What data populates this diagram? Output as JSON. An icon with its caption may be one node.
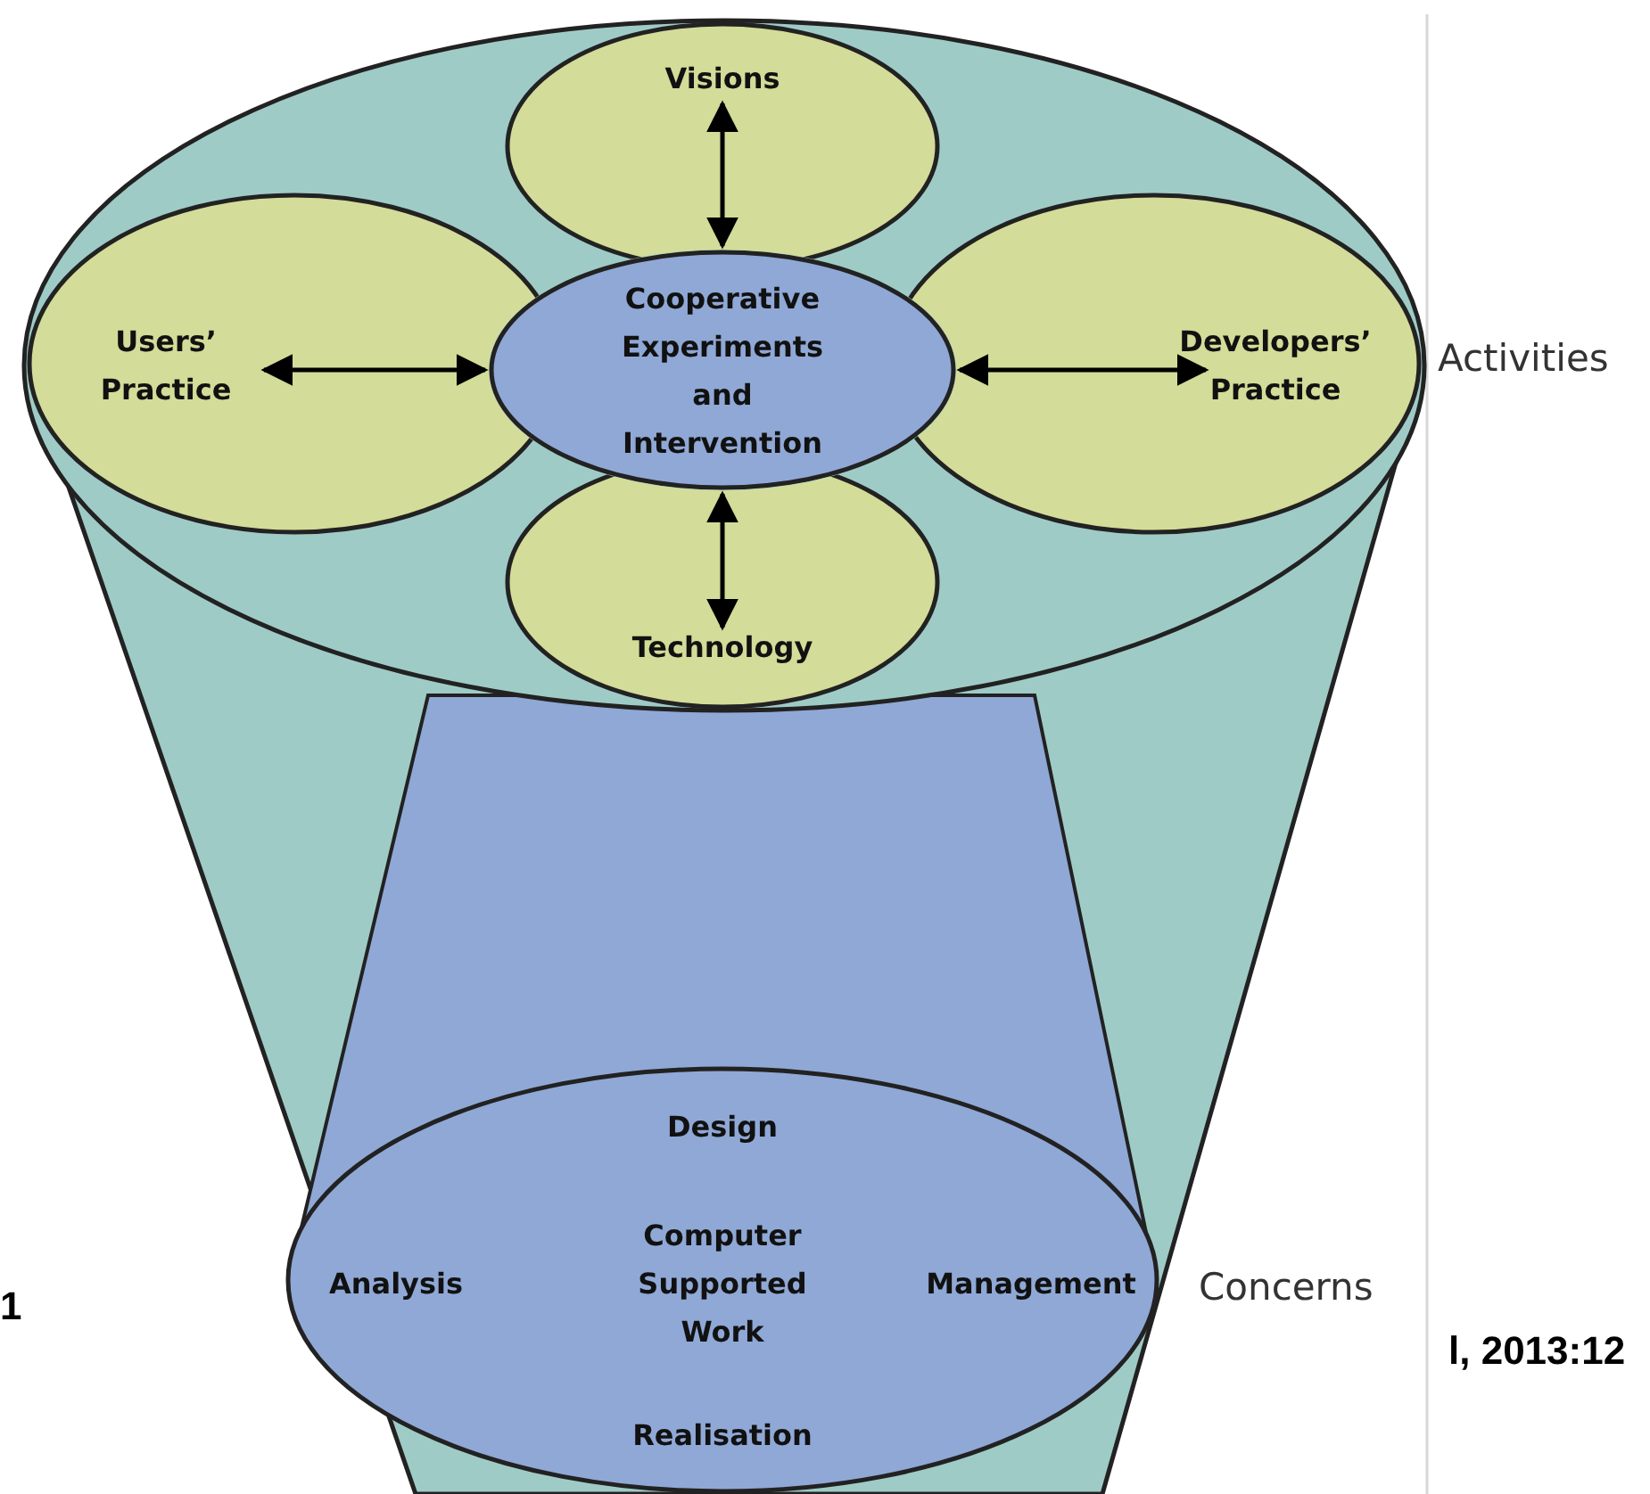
{
  "diagram": {
    "nodes": [
      {
        "text": [],
        "shape": "ellipse",
        "beside": [
          "Activities"
        ]
      },
      {
        "text": [
          "Visions"
        ],
        "in": 0
      },
      {
        "text": [
          "Users’ Practice"
        ],
        "in": 0
      },
      {
        "text": [
          "Cooperative Experiments and Intervention"
        ],
        "in": 0
      },
      {
        "text": [
          "Developers’ Practice"
        ],
        "in": 0
      },
      {
        "text": [
          "Technology"
        ],
        "in": 0
      },
      {
        "text": [
          "Design",
          "Analysis",
          "Computer Supported Work",
          "Management",
          "Realisation"
        ],
        "beside": [
          "Concerns"
        ]
      }
    ],
    "edges": [
      {
        "from": 1,
        "to": 3,
        "arrow": "both"
      },
      {
        "from": 2,
        "to": 3,
        "arrow": "both"
      },
      {
        "from": 3,
        "to": 4,
        "arrow": "both"
      },
      {
        "from": 3,
        "to": 5,
        "arrow": "both"
      }
    ],
    "labels": [
      "1",
      "l, 2013:12"
    ]
  }
}
